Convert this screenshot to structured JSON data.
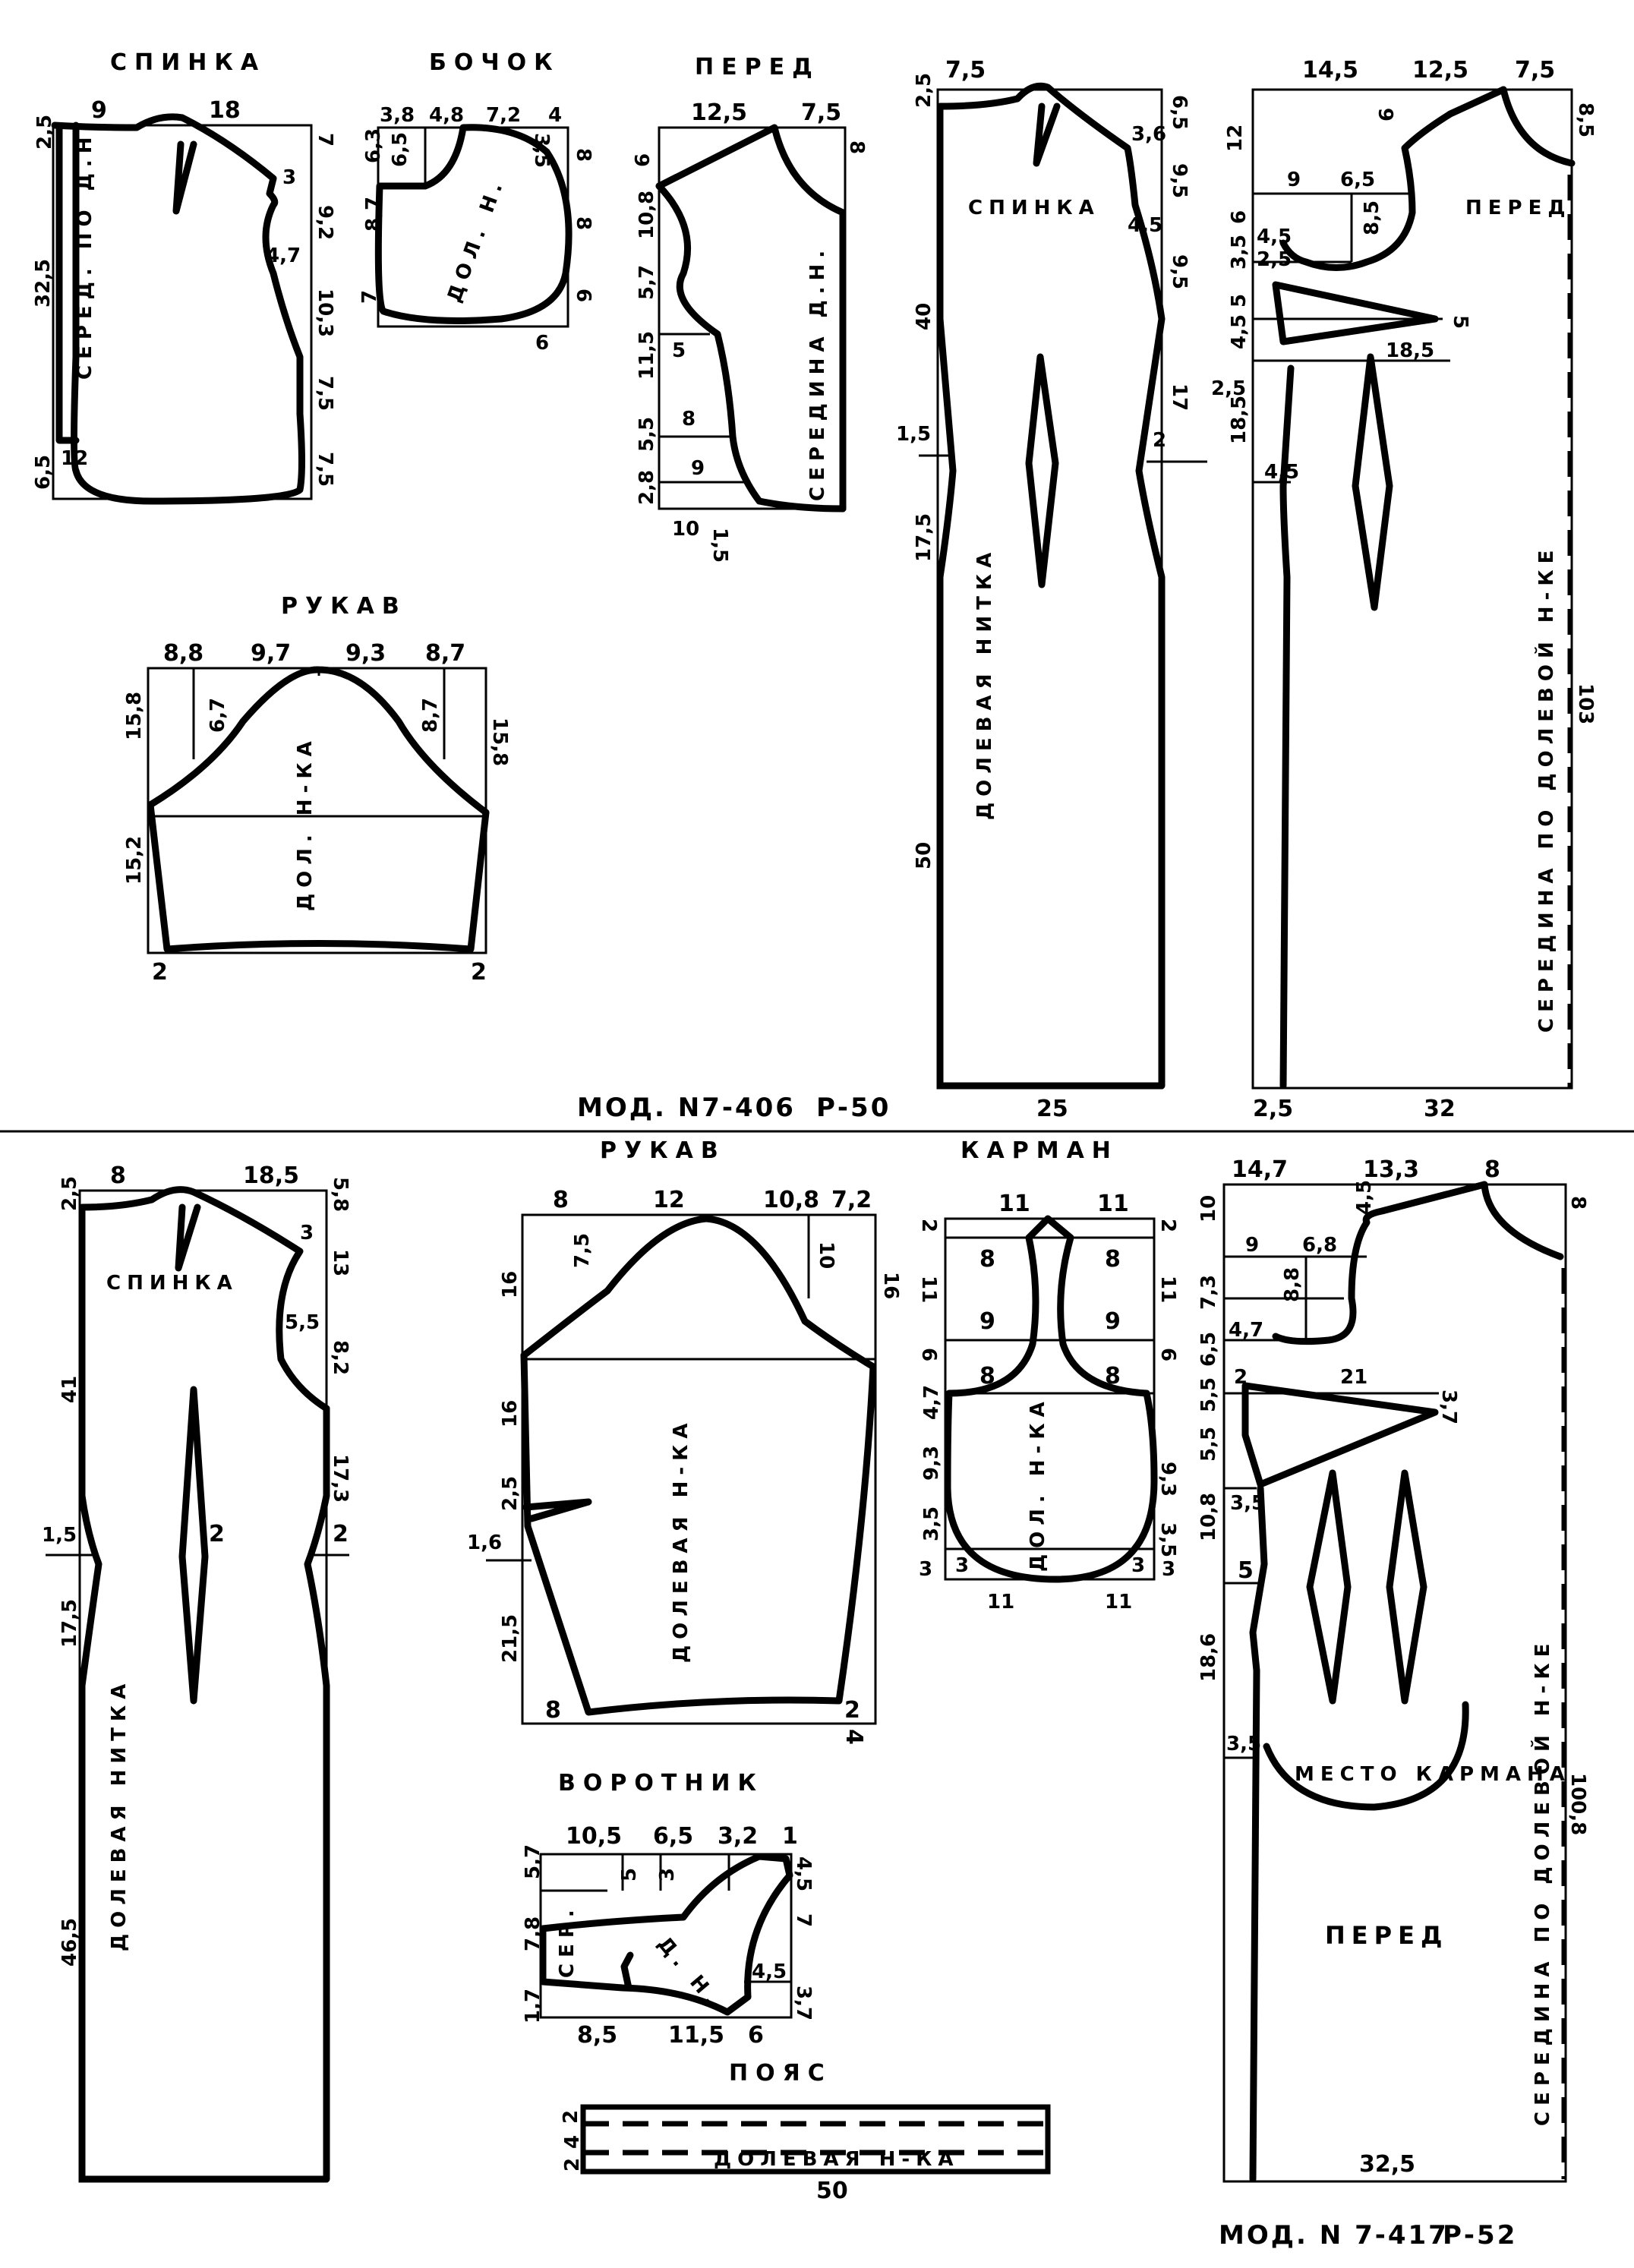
{
  "titles": {
    "m1_back": "СПИНКА",
    "m1_side": "БОЧОК",
    "m1_front": "ПЕРЕД",
    "m1_sleeve": "РУКАВ",
    "m1_back_long_inner": "СПИНКА",
    "m1_front_long": "ПЕРЕД",
    "m2_sleeve": "РУКАВ",
    "m2_pocket": "КАРМАН",
    "m2_back_inner": "СПИНКА",
    "m2_collar": "ВОРОТНИК",
    "m2_belt": "ПОЯС",
    "m2_front_inner": "ПЕРЕД"
  },
  "models": {
    "model_1": "МОД. N7-406",
    "model_1_size": "Р-50",
    "model_2": "МОД. N 7-417",
    "model_2_size": "Р-52"
  },
  "inner_labels": {
    "m1_back_center": "СЕРЕД. ПО Д.Н.",
    "m1_side_grain": "ДОЛ. Н.",
    "m1_front_center": "СЕРЕДИНА Д.Н.",
    "m1_sleeve_grain": "ДОЛ. Н-КА",
    "m1_back_long_grain": "ДОЛЕВАЯ НИТКА",
    "m1_front_long_center": "СЕРЕДИНА ПО ДОЛЕВОЙ Н-КЕ",
    "m2_back_grain": "ДОЛЕВАЯ НИТКА",
    "m2_sleeve_grain": "ДОЛЕВАЯ Н-КА",
    "m2_pocket_grain": "ДОЛ. Н-КА",
    "m2_collar_grain": "Д. Н.",
    "m2_collar_center": "СЕР.",
    "m2_belt_grain": "ДОЛЕВАЯ Н-КА",
    "m2_pocket_place": "МЕСТО КАРМАНА",
    "m2_front_center": "СЕРЕДИНА ПО ДОЛЕВОЙ Н-КЕ"
  },
  "dims": {
    "a1": "9",
    "a2": "18",
    "a3": "2,5",
    "a4": "32,5",
    "a5": "6,5",
    "a6": "7",
    "a7": "9,2",
    "a8": "10,3",
    "a9": "7,5",
    "a10": "7,5",
    "a11": "3",
    "a12": "4,7",
    "a13": "12",
    "b1": "3,8",
    "b2": "4,8",
    "b3": "7,2",
    "b4": "4",
    "b5": "6,3",
    "b6": "6,5",
    "b7": "8,7",
    "b8": "7",
    "b9": "3,5",
    "b10": "8",
    "b11": "8",
    "b12": "6",
    "b13": "6",
    "c1": "12,5",
    "c2": "7,5",
    "c3": "6",
    "c4": "10,8",
    "c5": "5,7",
    "c6": "11,5",
    "c7": "5,5",
    "c8": "2,8",
    "c9": "5",
    "c10": "8",
    "c11": "9",
    "c12": "10",
    "c13": "1,5",
    "c14": "8",
    "d1": "8,8",
    "d2": "9,7",
    "d3": "9,3",
    "d4": "8,7",
    "d5": "15,8",
    "d6": "15,8",
    "d7": "6,7",
    "d8": "8,7",
    "d9": "15,2",
    "d10": "2",
    "d11": "2",
    "e1": "7,5",
    "e2": "2,5",
    "e3": "3,6",
    "e4": "6,5",
    "e5": "9,5",
    "e6": "4,5",
    "e7": "9,5",
    "e8": "40",
    "e9": "1,5",
    "e10": "17,5",
    "e11": "17",
    "e12": "50",
    "e13": "25",
    "e14": "2",
    "f1": "14,5",
    "f2": "12,5",
    "f3": "7,5",
    "f4": "8,5",
    "f5": "12",
    "f6": "6",
    "f7": "9",
    "f8": "6,5",
    "f9": "8,5",
    "f10": "6",
    "f11": "4,5",
    "f12": "3,5",
    "f13": "2,5",
    "f14": "5",
    "f15": "4,5",
    "f16": "18,5",
    "f17": "5",
    "f18": "2,5",
    "f19": "18,5",
    "f20": "4,5",
    "f21": "103",
    "f22": "2,5",
    "f23": "32",
    "g1": "8",
    "g2": "18,5",
    "g3": "2,5",
    "g4": "5,8",
    "g5": "3",
    "g6": "13",
    "g7": "5,5",
    "g8": "8,2",
    "g9": "41",
    "g10": "17,3",
    "g11": "1,5",
    "g12": "2",
    "g13": "2",
    "g14": "17,5",
    "g15": "46,5",
    "h1": "8",
    "h2": "12",
    "h3": "10,8",
    "h4": "7,2",
    "h5": "7,5",
    "h6": "10",
    "h7": "16",
    "h8": "16",
    "h9": "16",
    "h10": "2,5",
    "h11": "1,6",
    "h12": "21,5",
    "h13": "8",
    "h14": "2",
    "h15": "4",
    "i1": "11",
    "i2": "11",
    "i3": "2",
    "i4": "2",
    "i5": "8",
    "i6": "8",
    "i7": "11",
    "i8": "11",
    "i9": "9",
    "i10": "9",
    "i11": "6",
    "i12": "6",
    "i13": "8",
    "i14": "8",
    "i15": "4,7",
    "i16": "9,3",
    "i17": "9,3",
    "i18": "3,5",
    "i19": "3,5",
    "i20": "3",
    "i21": "3",
    "i22": "3",
    "i23": "3",
    "i24": "11",
    "i25": "11",
    "j1": "10,5",
    "j2": "6,5",
    "j3": "3,2",
    "j4": "1",
    "j5": "5,7",
    "j6": "5",
    "j7": "3",
    "j8": "4,5",
    "j9": "7,8",
    "j10": "7",
    "j11": "4,5",
    "j12": "1,7",
    "j13": "3,7",
    "j14": "8,5",
    "j15": "11,5",
    "j16": "6",
    "k1": "2",
    "k2": "4",
    "k3": "2",
    "k4": "50",
    "l1": "14,7",
    "l2": "13,3",
    "l3": "8",
    "l4": "4,5",
    "l5": "10",
    "l6": "8",
    "l7": "9",
    "l8": "6,8",
    "l9": "8,8",
    "l10": "7,3",
    "l11": "4,7",
    "l12": "6,5",
    "l13": "2",
    "l14": "21",
    "l15": "3,7",
    "l16": "5,5",
    "l17": "5,5",
    "l18": "3,5",
    "l19": "10,8",
    "l20": "5",
    "l21": "18,6",
    "l22": "3,5",
    "l23": "100,8",
    "l24": "32,5"
  }
}
